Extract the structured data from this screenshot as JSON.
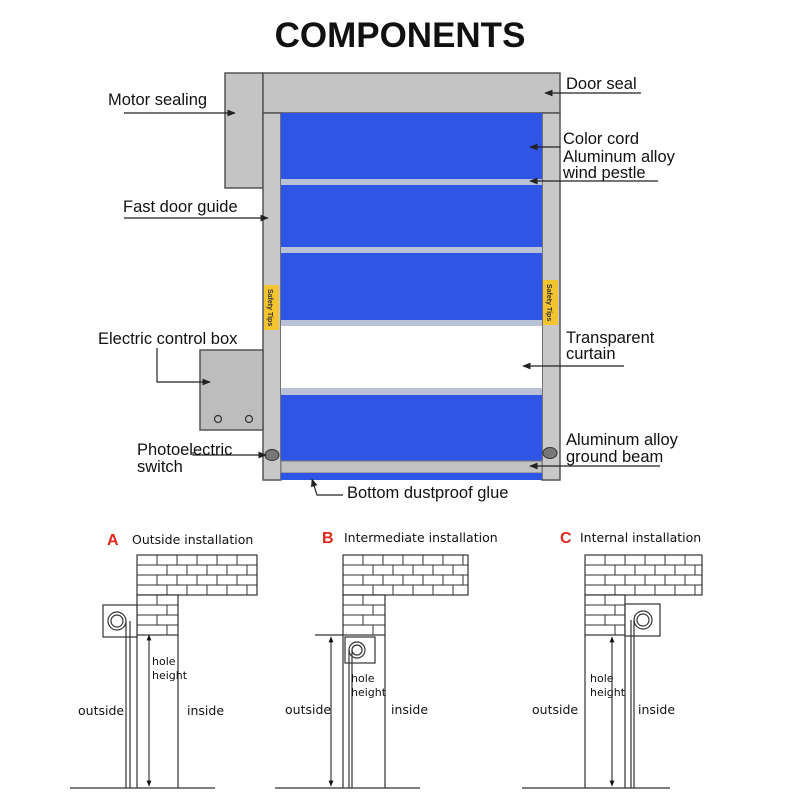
{
  "title": "COMPONENTS",
  "colors": {
    "panel_blue": "#2f55e6",
    "frame_gray": "#c8c8c8",
    "safety_yellow": "#f4c430",
    "letter_red": "#e0261c"
  },
  "labels": {
    "motor_sealing": "Motor sealing",
    "door_seal": "Door seal",
    "color_cord": "Color cord",
    "alu_wind_1": "Aluminum alloy",
    "alu_wind_2": "wind pestle",
    "fast_door_guide": "Fast door guide",
    "electric_control_box": "Electric control box",
    "transparent_1": "Transparent",
    "transparent_2": "curtain",
    "photo_1": "Photoelectric",
    "photo_2": "switch",
    "alu_ground_1": "Aluminum alloy",
    "alu_ground_2": "ground beam",
    "bottom_glue": "Bottom dustproof glue",
    "safety_tips": "Safety Tips"
  },
  "installations": [
    {
      "letter": "A",
      "title": "Outside installation",
      "hole_1": "hole",
      "hole_2": "height",
      "outside": "outside",
      "inside": "inside"
    },
    {
      "letter": "B",
      "title": "Intermediate installation",
      "hole_1": "hole",
      "hole_2": "height",
      "outside": "outside",
      "inside": "inside"
    },
    {
      "letter": "C",
      "title": "Internal installation",
      "hole_1": "hole",
      "hole_2": "height",
      "outside": "outside",
      "inside": "inside"
    }
  ]
}
